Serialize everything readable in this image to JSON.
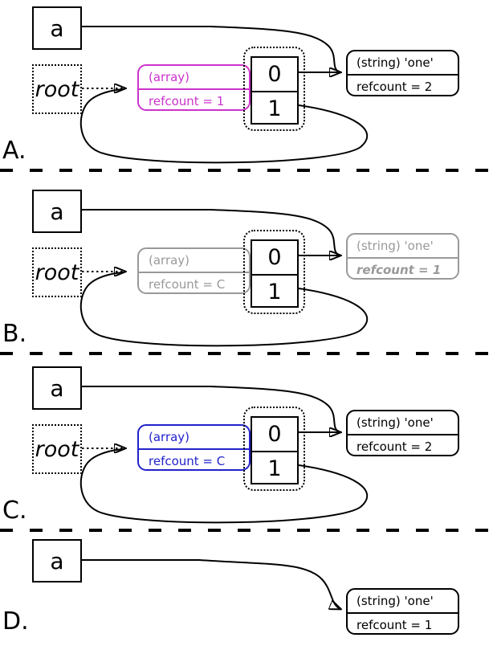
{
  "panels": [
    {
      "label": "A.",
      "var_label": "a",
      "root_label": "root",
      "accent": "#cc33cc",
      "array": {
        "type": "(array)",
        "refcount": "refcount = 1"
      },
      "cells": [
        "0",
        "1"
      ],
      "string_accent": "#000000",
      "string": {
        "type": "(string) 'one'",
        "refcount": "refcount = 2"
      }
    },
    {
      "label": "B.",
      "var_label": "a",
      "root_label": "root",
      "accent": "#999999",
      "array": {
        "type": "(array)",
        "refcount": "refcount = C"
      },
      "cells": [
        "0",
        "1"
      ],
      "string_accent": "#999999",
      "string": {
        "type": "(string) 'one'",
        "refcount": "refcount = 1"
      }
    },
    {
      "label": "C.",
      "var_label": "a",
      "root_label": "root",
      "accent": "#2222cc",
      "array": {
        "type": "(array)",
        "refcount": "refcount = C"
      },
      "cells": [
        "0",
        "1"
      ],
      "string_accent": "#000000",
      "string": {
        "type": "(string) 'one'",
        "refcount": "refcount = 2"
      }
    },
    {
      "label": "D.",
      "var_label": "a",
      "string_accent": "#000000",
      "string": {
        "type": "(string) 'one'",
        "refcount": "refcount = 1"
      }
    }
  ],
  "line_color": "#000000"
}
